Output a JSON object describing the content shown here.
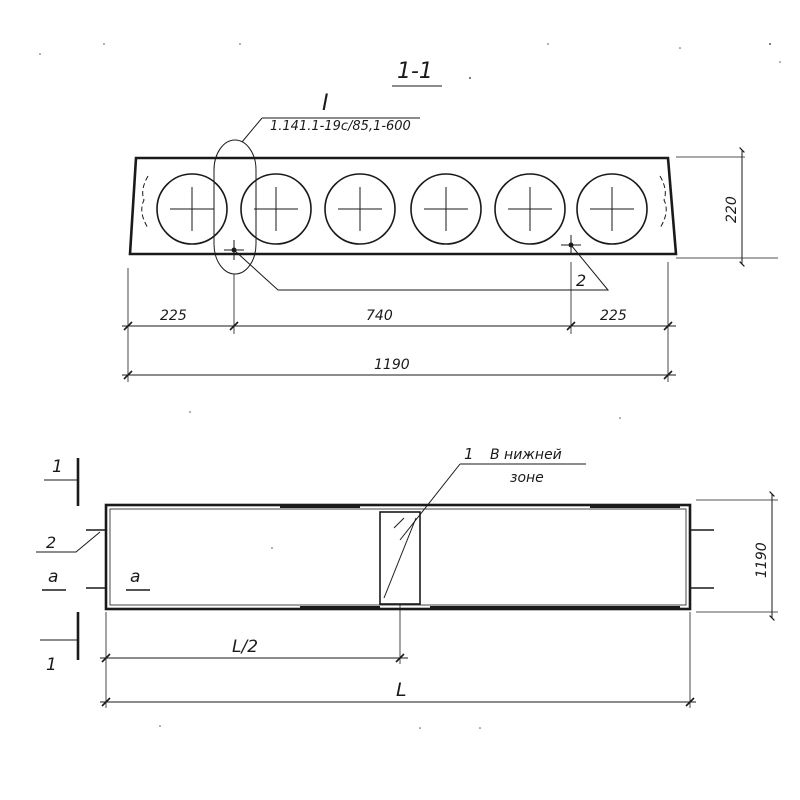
{
  "section_title": "1-1",
  "callout": {
    "mark": "I",
    "reference": "1.141.1-19с/85,1-600"
  },
  "section_dimensions": {
    "height": "220",
    "left": "225",
    "middle": "740",
    "right": "225",
    "total": "1190"
  },
  "leader_2_label": "2",
  "plan": {
    "note_number": "1",
    "note_text_line1": "В нижней",
    "note_text_line2": "зоне",
    "left_label_2": "2",
    "axis_label_a_outer": "а",
    "axis_label_a_inner": "а",
    "cut_label_top": "1",
    "cut_label_bottom": "1",
    "width_dim": "1190",
    "half_length": "L/2",
    "length": "L"
  },
  "colors": {
    "ink": "#1a1a1a",
    "paper": "#ffffff"
  }
}
